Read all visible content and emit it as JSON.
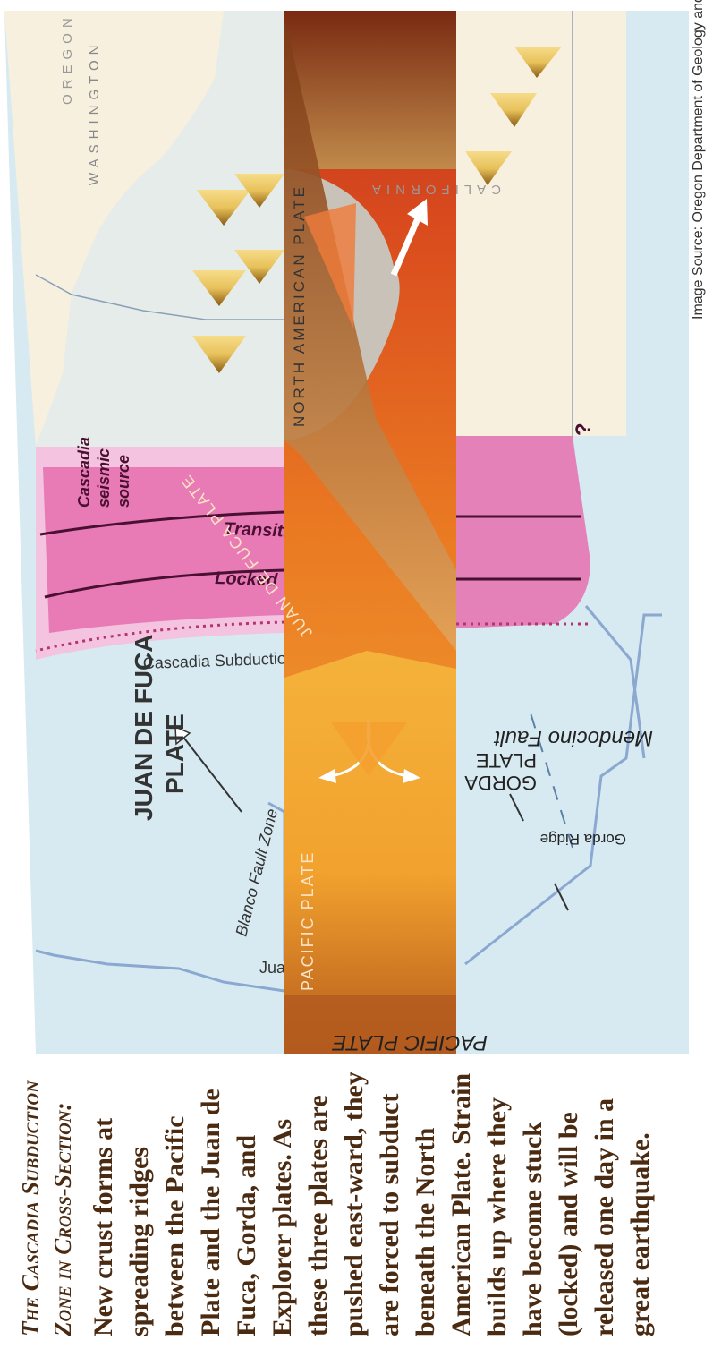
{
  "caption": {
    "title": "The Cascadia Subduction Zone in Cross-Section:",
    "body": "New crust forms at spreading ridges between the Pacific Plate and the Juan de Fuca, Gorda, and Explorer plates. As these three plates are pushed east-ward, they are forced to subduct beneath the North American Plate. Strain builds up where they have become stuck (locked) and will be released one day in a great earthquake."
  },
  "credit": "Image Source: Oregon Department of Geology and Mineral Industries",
  "map_labels": {
    "juan_de_fuca_ridge": "Juan de Fuca Ridge",
    "juan_de_fuca_plate": [
      "JUAN DE FUCA",
      "PLATE"
    ],
    "blanco_fault_zone": "Blanco Fault Zone",
    "cascadia_subduction_zone": "Cascadia Subduction Zone",
    "locked": "Locked",
    "transition": "Transition",
    "cascadia_seismic_source": [
      "Cascadia",
      "seismic",
      "source"
    ],
    "washington": "WASHINGTON",
    "oregon": "OREGON",
    "california": "CALIFORNIA",
    "question_mark": "?",
    "pacific_plate": "PACIFIC PLATE",
    "gorda_ridge": "Gorda Ridge",
    "gorda_plate": [
      "GORDA",
      "PLATE"
    ],
    "mendocino_fault": "Mendocino Fault"
  },
  "section_labels": {
    "pacific_plate": "PACIFIC PLATE",
    "juan_de_fuca_plate": "JUAN DE FUCA PLATE",
    "north_american_plate": "NORTH   AMERICAN   PLATE"
  },
  "colors": {
    "ocean": "#d7eaf1",
    "land": "#f8f0df",
    "seismic_outer": "#f3c3e0",
    "seismic_inner": "#e56fae",
    "caption_text": "#4a2a10",
    "volcano": "#d4a63a"
  },
  "icons": [
    "volcano-icon",
    "arrow-icon"
  ]
}
